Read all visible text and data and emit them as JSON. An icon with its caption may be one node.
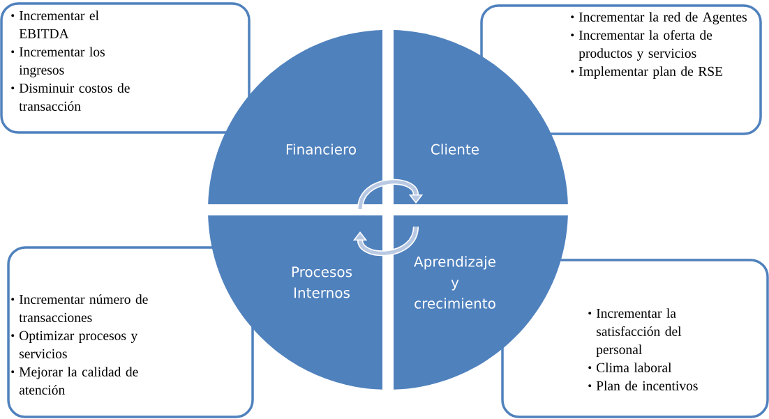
{
  "diagram": {
    "nodes": [
      {
        "text": [
          "Incrementar el EBITDA",
          "Incrementar los ingresos",
          "Disminuir costos de transacción"
        ]
      },
      {
        "text": [
          "Financiero"
        ]
      },
      {
        "text": [
          "Cliente"
        ]
      },
      {
        "text": [
          "Incrementar la red de Agentes",
          "Incrementar la oferta de productos y servicios",
          "Implementar plan de RSE"
        ]
      },
      {
        "text": [
          "Incrementar número de transacciones",
          "Optimizar procesos y servicios",
          "Mejorar la calidad de atención"
        ]
      },
      {
        "text": [
          "Procesos Internos"
        ]
      },
      {
        "text": [
          "Aprendizaje y crecimiento"
        ]
      },
      {
        "text": [
          "Incrementar la satisfacción del personal",
          "Clima laboral",
          "Plan de incentivos"
        ]
      }
    ],
    "edges": [
      {
        "from": 1,
        "to": 2,
        "arrow": "to"
      },
      {
        "from": 6,
        "to": 5,
        "arrow": "to"
      }
    ]
  }
}
